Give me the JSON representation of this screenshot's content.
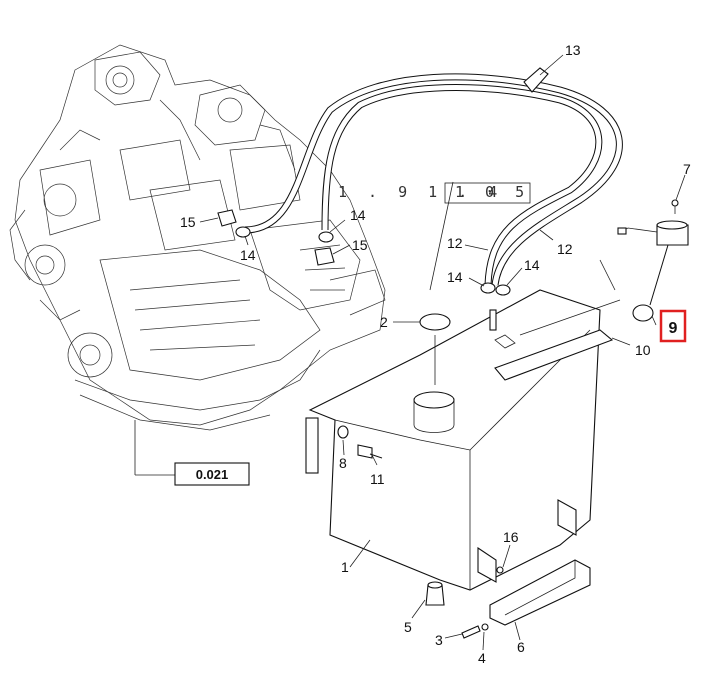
{
  "callouts": {
    "c1": "1",
    "c2": "2",
    "c3": "3",
    "c4": "4",
    "c5": "5",
    "c6": "6",
    "c7": "7",
    "c8": "8",
    "c9": "9",
    "c10": "10",
    "c11": "11",
    "c12a": "12",
    "c12b": "12",
    "c13": "13",
    "c14a": "14",
    "c14b": "14",
    "c14c": "14",
    "c14d": "14",
    "c15a": "15",
    "c15b": "15",
    "c16": "16"
  },
  "references": {
    "engine_ref": "0.021",
    "section_ref_left": "1 . 9 1 . 4",
    "section_ref_right": "1  0 5"
  },
  "colors": {
    "highlight": "#e02020",
    "ink": "#111111"
  }
}
